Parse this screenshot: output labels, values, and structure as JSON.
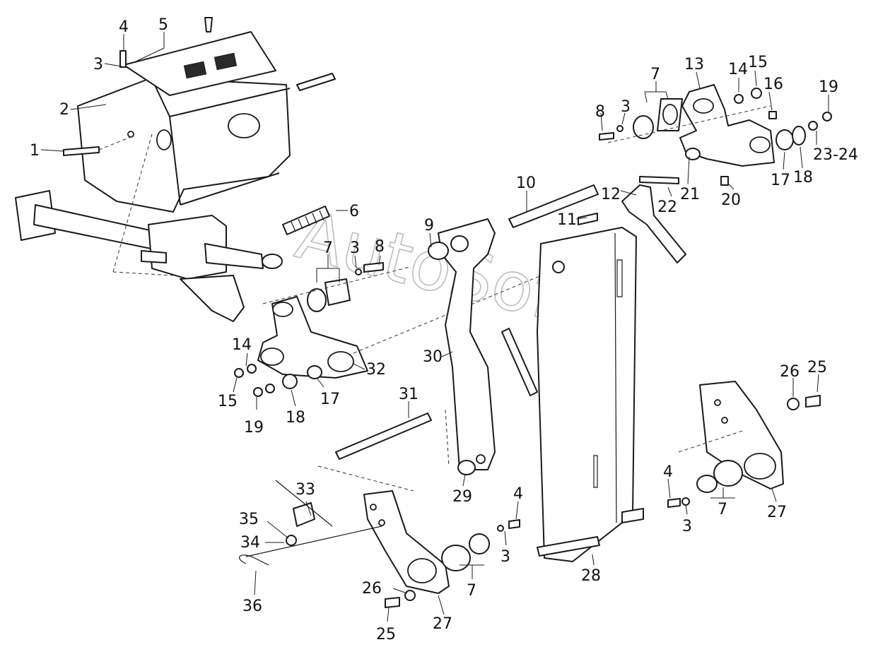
{
  "watermark": "AutoSoft",
  "colors": {
    "line": "#1a1a1a",
    "watermark": "#bdbdbd",
    "background": "#ffffff"
  },
  "callouts": [
    {
      "id": "c4a",
      "text": "4"
    },
    {
      "id": "c5",
      "text": "5"
    },
    {
      "id": "c3a",
      "text": "3"
    },
    {
      "id": "c2",
      "text": "2"
    },
    {
      "id": "c1",
      "text": "1"
    },
    {
      "id": "c6",
      "text": "6"
    },
    {
      "id": "c7a",
      "text": "7"
    },
    {
      "id": "c3b",
      "text": "3"
    },
    {
      "id": "c8a",
      "text": "8"
    },
    {
      "id": "c9",
      "text": "9"
    },
    {
      "id": "c10",
      "text": "10"
    },
    {
      "id": "c11",
      "text": "11"
    },
    {
      "id": "c12",
      "text": "12"
    },
    {
      "id": "c7b",
      "text": "7"
    },
    {
      "id": "c13",
      "text": "13"
    },
    {
      "id": "c14a",
      "text": "14"
    },
    {
      "id": "c15a",
      "text": "15"
    },
    {
      "id": "c16",
      "text": "16"
    },
    {
      "id": "c19a",
      "text": "19"
    },
    {
      "id": "c8b",
      "text": "8"
    },
    {
      "id": "c3c",
      "text": "3"
    },
    {
      "id": "c2324",
      "text": "23-24"
    },
    {
      "id": "c17a",
      "text": "17"
    },
    {
      "id": "c18a",
      "text": "18"
    },
    {
      "id": "c21",
      "text": "21"
    },
    {
      "id": "c22",
      "text": "22"
    },
    {
      "id": "c20",
      "text": "20"
    },
    {
      "id": "c14b",
      "text": "14"
    },
    {
      "id": "c15b",
      "text": "15"
    },
    {
      "id": "c19b",
      "text": "19"
    },
    {
      "id": "c18b",
      "text": "18"
    },
    {
      "id": "c17b",
      "text": "17"
    },
    {
      "id": "c32",
      "text": "32"
    },
    {
      "id": "c30",
      "text": "30"
    },
    {
      "id": "c31",
      "text": "31"
    },
    {
      "id": "c29",
      "text": "29"
    },
    {
      "id": "c26a",
      "text": "26"
    },
    {
      "id": "c25a",
      "text": "25"
    },
    {
      "id": "c27a",
      "text": "27"
    },
    {
      "id": "c4b",
      "text": "4"
    },
    {
      "id": "c3d",
      "text": "3"
    },
    {
      "id": "c7c",
      "text": "7"
    },
    {
      "id": "c4c",
      "text": "4"
    },
    {
      "id": "c3e",
      "text": "3"
    },
    {
      "id": "c7d",
      "text": "7"
    },
    {
      "id": "c28",
      "text": "28"
    },
    {
      "id": "c33",
      "text": "33"
    },
    {
      "id": "c35",
      "text": "35"
    },
    {
      "id": "c34",
      "text": "34"
    },
    {
      "id": "c36",
      "text": "36"
    },
    {
      "id": "c26b",
      "text": "26"
    },
    {
      "id": "c25b",
      "text": "25"
    },
    {
      "id": "c27b",
      "text": "27"
    }
  ]
}
